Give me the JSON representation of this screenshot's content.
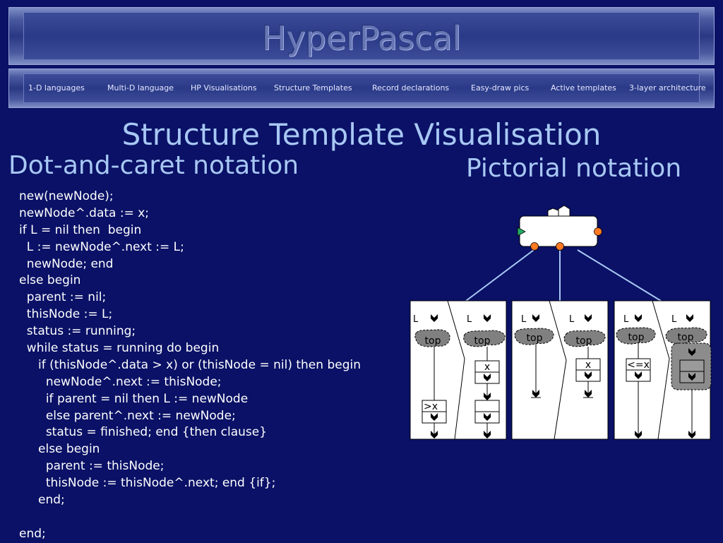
{
  "banner": {
    "title": "HyperPascal"
  },
  "nav": {
    "items": [
      {
        "label": "1-D languages"
      },
      {
        "label": "Multi-D language"
      },
      {
        "label": "HP Visualisations"
      },
      {
        "label": "Structure Templates"
      },
      {
        "label": "Record declarations"
      },
      {
        "label": "Easy-draw pics"
      },
      {
        "label": "Active templates"
      },
      {
        "label": "3-layer architecture"
      }
    ]
  },
  "slide": {
    "title": "Structure Template Visualisation",
    "left_heading": "Dot-and-caret notation",
    "right_heading": "Pictorial notation"
  },
  "code_lines": [
    "new(newNode);",
    "newNode^.data := x;",
    "if L = nil then  begin",
    "  L := newNode^.next := L;",
    "  newNode; end",
    "else begin",
    "  parent := nil;",
    "  thisNode := L;",
    "  status := running;",
    "  while status = running do begin",
    "     if (thisNode^.data > x) or (thisNode = nil) then begin",
    "       newNode^.next := thisNode;",
    "       if parent = nil then L := newNode",
    "       else parent^.next := newNode;",
    "       status = finished; end {then clause}",
    "     else begin",
    "       parent := thisNode;",
    "       thisNode := thisNode^.next; end {if};",
    "     end;",
    "",
    "end;"
  ],
  "diagram": {
    "panels": [
      {
        "left": {
          "label": "L",
          "top_label": "top",
          "cell": ">x"
        },
        "right": {
          "label": "L",
          "top_label": "top",
          "cell": "x"
        }
      },
      {
        "left": {
          "label": "L",
          "top_label": "top"
        },
        "right": {
          "label": "L",
          "top_label": "top",
          "cell": "x"
        }
      },
      {
        "left": {
          "label": "L",
          "top_label": "top",
          "cell": "<=x"
        },
        "right": {
          "label": "L",
          "top_label": "top"
        }
      }
    ]
  }
}
